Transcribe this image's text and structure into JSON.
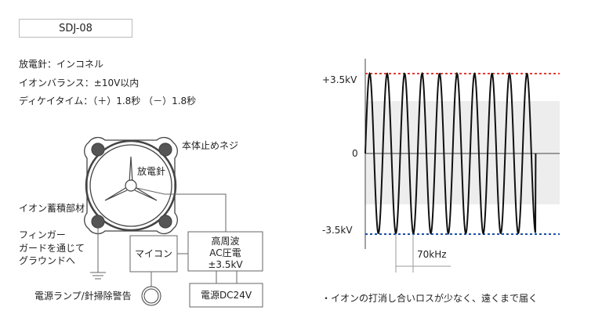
{
  "model": "SDJ-08",
  "specs": [
    "放電針：インコネル",
    "イオンバランス：±10V以内",
    "ディケイタイム：（＋）1.8秒 （－）1.8秒"
  ],
  "diagram": {
    "body_screw": "本体止めネジ",
    "needle": "放電針",
    "ion_member": "イオン蓄積部材",
    "ground_lines": [
      "フィンガー",
      "ガードを通じて",
      "グラウンドへ"
    ],
    "micon": "マイコン",
    "hv_lines": [
      "高周波",
      "AC圧電",
      "±3.5kV"
    ],
    "power": "電源DC24V",
    "lamp": "電源ランプ/針掃除警告"
  },
  "waveform": {
    "pos_label": "+3.5kV",
    "zero_label": "0",
    "neg_label": "-3.5kV",
    "freq_label": "70kHz",
    "pos_color": "#e53935",
    "neg_color": "#1e4fa8",
    "cycles": 10
  },
  "note": "・イオンの打消し合いロスが少なく、遠くまで届く"
}
